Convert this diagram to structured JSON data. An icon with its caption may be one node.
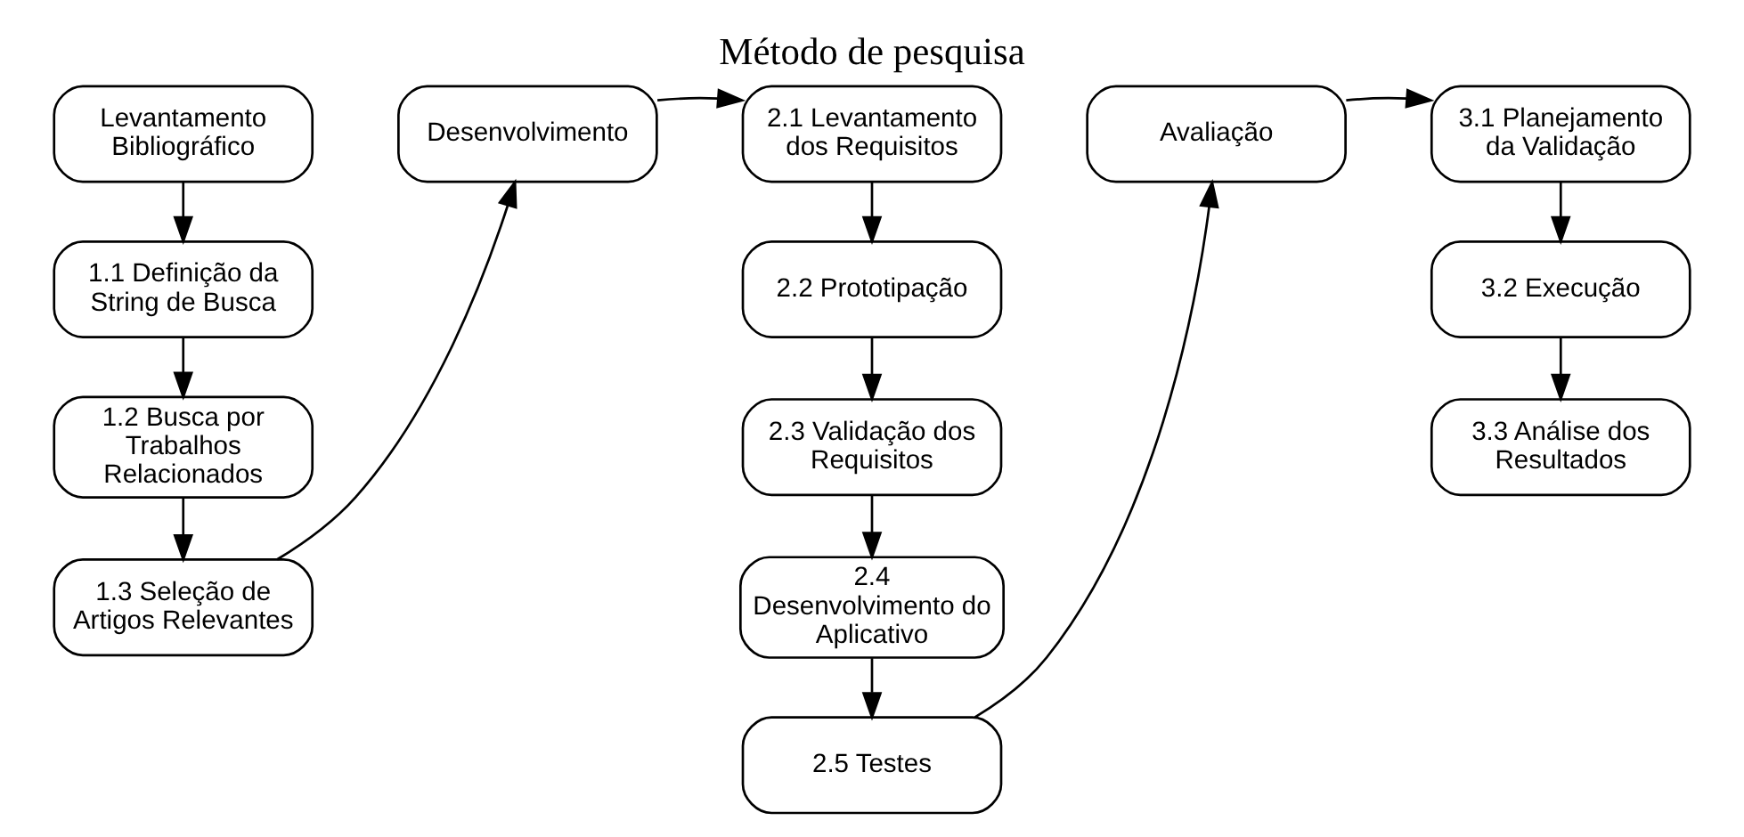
{
  "diagram": {
    "title": "Método de pesquisa",
    "nodes": [
      {
        "text": [
          "Levantamento Bibliográfico"
        ]
      },
      {
        "text": [
          "1.1 Definição da String de Busca"
        ]
      },
      {
        "text": [
          "1.2 Busca por Trabalhos Relacionados"
        ]
      },
      {
        "text": [
          "1.3 Seleção de Artigos Relevantes"
        ]
      },
      {
        "text": [
          "Desenvolvimento"
        ]
      },
      {
        "text": [
          "2.1 Levantamento dos Requisitos"
        ]
      },
      {
        "text": [
          "2.2 Prototipação"
        ]
      },
      {
        "text": [
          "2.3 Validação dos Requisitos"
        ]
      },
      {
        "text": [
          "2.4 Desenvolvimento do Aplicativo"
        ]
      },
      {
        "text": [
          "2.5 Testes"
        ]
      },
      {
        "text": [
          "Avaliação"
        ]
      },
      {
        "text": [
          "3.1 Planejamento da Validação"
        ]
      },
      {
        "text": [
          "3.2 Execução"
        ]
      },
      {
        "text": [
          "3.3 Análise dos Resultados"
        ]
      }
    ],
    "edges": [
      {
        "from": 0,
        "to": 1,
        "arrow": "to"
      },
      {
        "from": 1,
        "to": 2,
        "arrow": "to"
      },
      {
        "from": 2,
        "to": 3,
        "arrow": "to"
      },
      {
        "from": 3,
        "to": 4,
        "arrow": "to"
      },
      {
        "from": 4,
        "to": 5,
        "arrow": "to"
      },
      {
        "from": 5,
        "to": 6,
        "arrow": "to"
      },
      {
        "from": 6,
        "to": 7,
        "arrow": "to"
      },
      {
        "from": 7,
        "to": 8,
        "arrow": "to"
      },
      {
        "from": 8,
        "to": 9,
        "arrow": "to"
      },
      {
        "from": 9,
        "to": 10,
        "arrow": "to"
      },
      {
        "from": 10,
        "to": 11,
        "arrow": "to"
      },
      {
        "from": 11,
        "to": 12,
        "arrow": "to"
      },
      {
        "from": 12,
        "to": 13,
        "arrow": "to"
      }
    ]
  }
}
